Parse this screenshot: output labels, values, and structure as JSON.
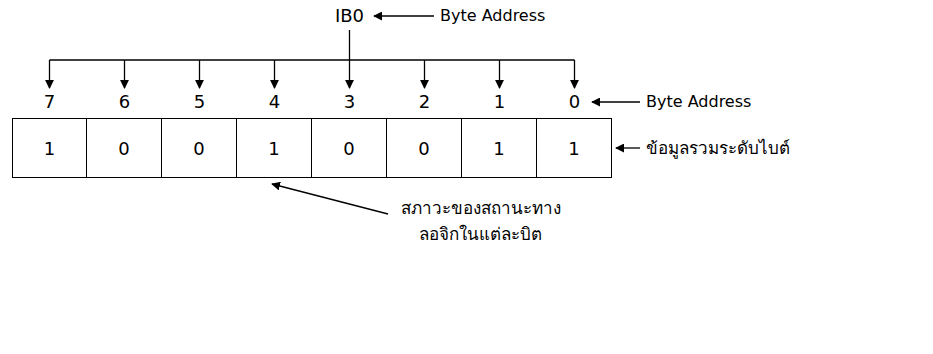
{
  "diagram": {
    "nodes": [
      {
        "text": [
          "1"
        ]
      },
      {
        "text": [
          "0"
        ]
      },
      {
        "text": [
          "0"
        ]
      },
      {
        "text": [
          "1"
        ]
      },
      {
        "text": [
          "0"
        ]
      },
      {
        "text": [
          "0"
        ]
      },
      {
        "text": [
          "1"
        ]
      },
      {
        "text": [
          "1"
        ]
      }
    ],
    "labels": [
      "IB0",
      "Byte Address",
      "7",
      "6",
      "5",
      "4",
      "3",
      "2",
      "1",
      "0",
      "Byte Address",
      "ข้อมูลรวมระดับไบต์",
      "สภาวะของสถานะทาง ลอจิกในแต่ละบิต"
    ]
  }
}
